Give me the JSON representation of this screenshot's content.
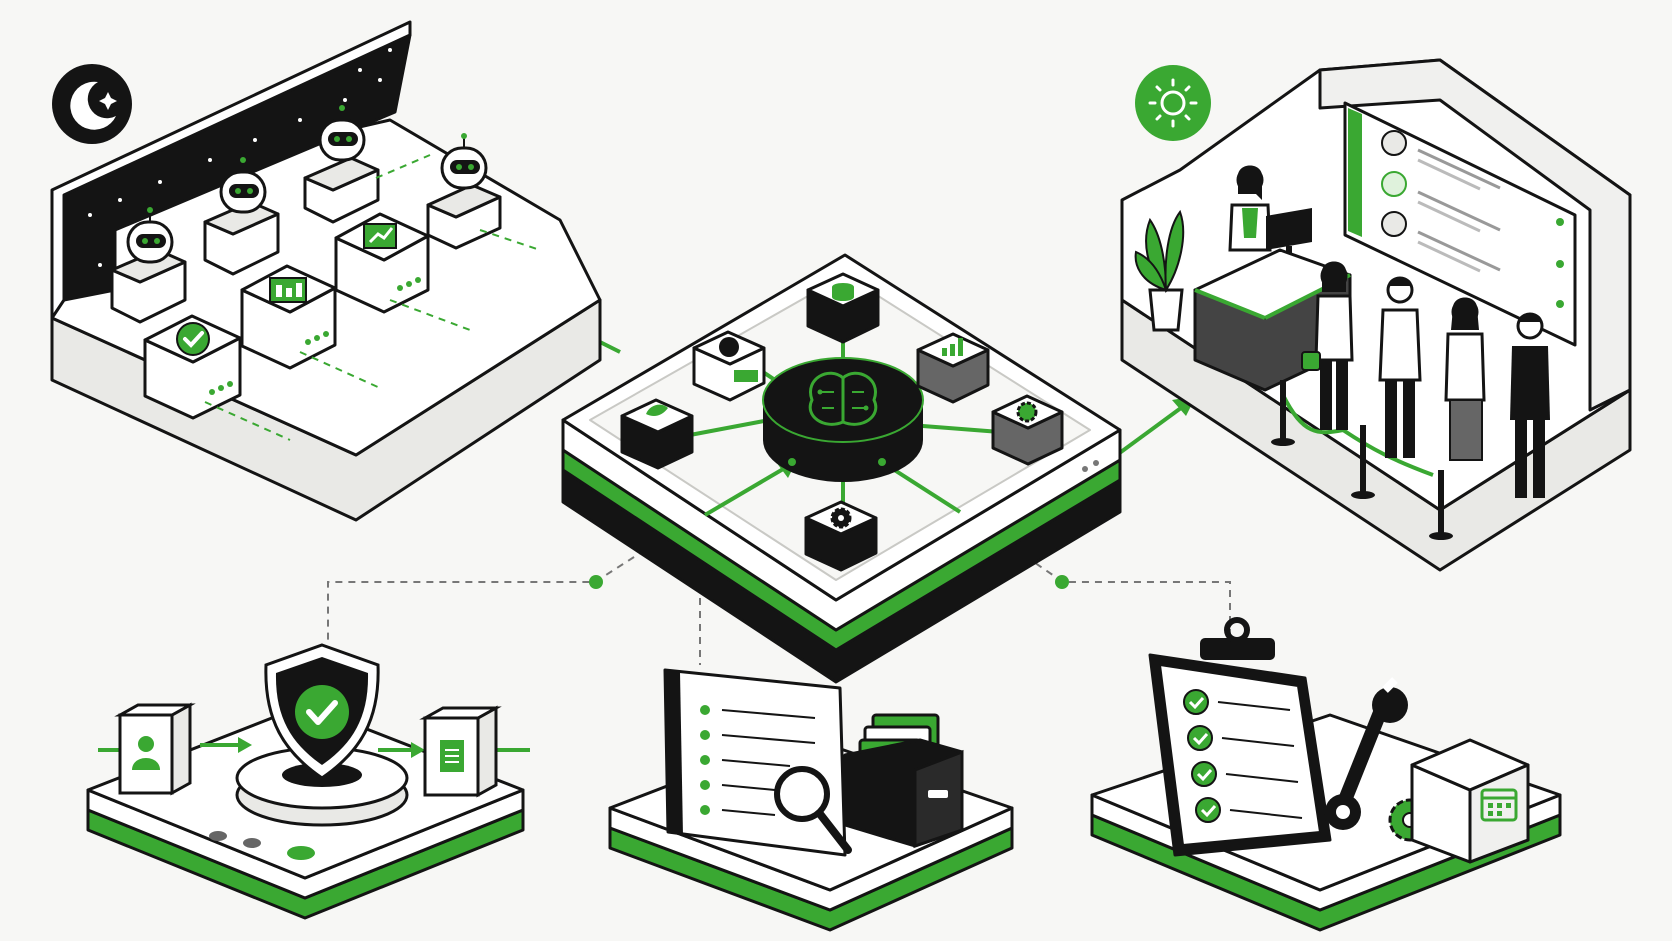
{
  "colors": {
    "accent": "#3aa832",
    "accent_light": "#dff2dc",
    "ink": "#141414",
    "surface": "#ffffff",
    "surface_shade": "#e9e9e6",
    "background": "#f7f7f5"
  },
  "scenes": {
    "overnight_automation": {
      "badge_icon": "moon-icon",
      "robot_count": 4,
      "task_icons": [
        "check-icon",
        "chart-icon",
        "bar-chart-icon"
      ]
    },
    "central_hub": {
      "core_icon": "brain-circuit-icon",
      "module_icons": [
        "database-icon",
        "chat-icon",
        "chart-icon",
        "leaf-icon",
        "gear-icon",
        "settings-gear-icon",
        "bar-chart-icon"
      ]
    },
    "front_desk": {
      "badge_icon": "sun-icon",
      "queue_people": 4,
      "list_rows": 3
    },
    "security_verification": {
      "icons": [
        "user-icon",
        "shield-check-icon",
        "document-icon"
      ]
    },
    "records_archive": {
      "icons": [
        "document-list-icon",
        "magnifier-icon",
        "file-box-icon"
      ]
    },
    "maintenance_checklist": {
      "icons": [
        "clipboard-checklist-icon",
        "wrench-icon",
        "gear-icon",
        "calendar-icon"
      ],
      "checked_items": 4
    }
  }
}
